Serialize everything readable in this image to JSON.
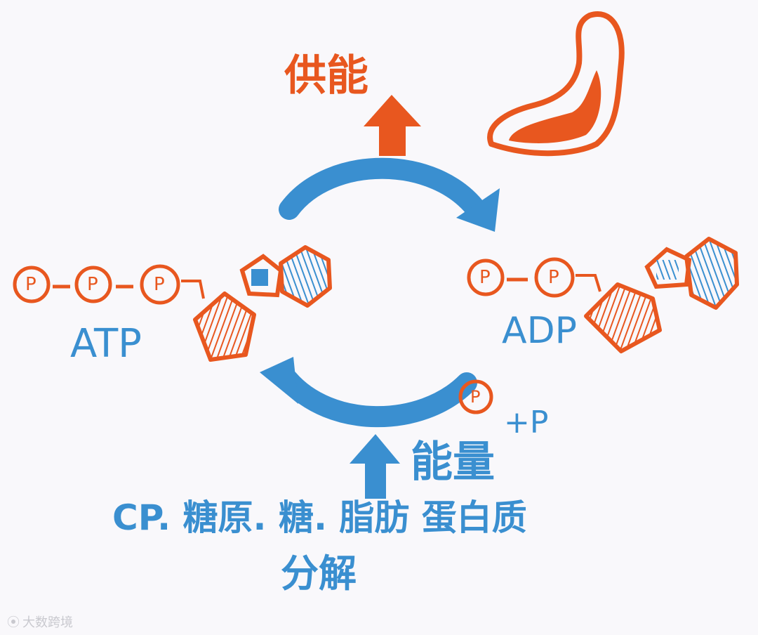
{
  "title": "供能",
  "energy_label": "能量",
  "atp_label": "ATP",
  "adp_label": "ADP",
  "phosphate_symbol": "P",
  "plus_p": "+P",
  "sources": "CP. 糖原. 糖. 脂肪 蛋白质",
  "decompose": "分解",
  "watermark": "大数跨境",
  "colors": {
    "orange": "#e8571f",
    "blue": "#3a8fd0"
  },
  "icons": [
    "muscle-arm-icon",
    "up-arrow-icon",
    "cycle-arrow-icon",
    "phosphate-circle-icon",
    "pentagon-sugar-icon",
    "hexagon-base-icon"
  ]
}
